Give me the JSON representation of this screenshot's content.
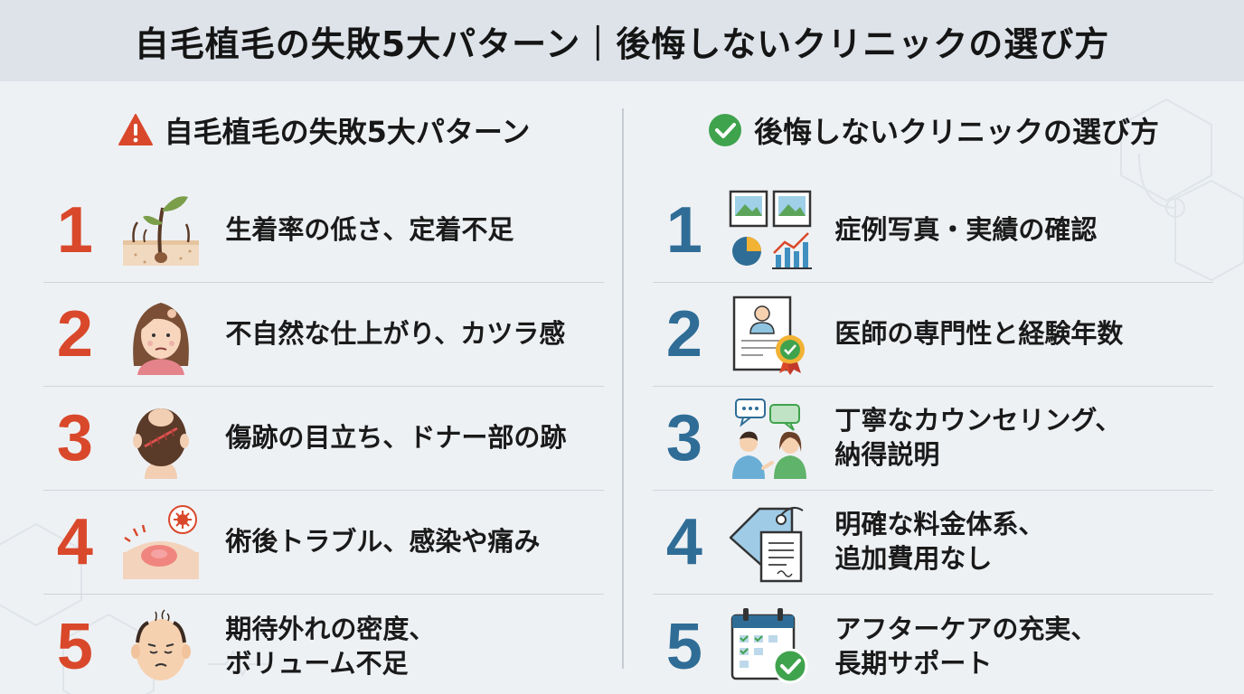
{
  "header": {
    "title": "自毛植毛の失敗5大パターン｜後悔しないクリニックの選び方"
  },
  "left": {
    "title": "自毛植毛の失敗5大パターン",
    "title_icon": "warning-icon",
    "accent": "#d9482b",
    "items": [
      {
        "num": "1",
        "text": "生着率の低さ、定着不足",
        "icon": "sprout-icon"
      },
      {
        "num": "2",
        "text": "不自然な仕上がり、カツラ感",
        "icon": "woman-face-icon"
      },
      {
        "num": "3",
        "text": "傷跡の目立ち、ドナー部の跡",
        "icon": "scar-head-icon"
      },
      {
        "num": "4",
        "text": "術後トラブル、感染や痛み",
        "icon": "infection-icon"
      },
      {
        "num": "5",
        "text": "期待外れの密度、\nボリューム不足",
        "icon": "thin-hair-man-icon"
      }
    ]
  },
  "right": {
    "title": "後悔しないクリニックの選び方",
    "title_icon": "check-circle-icon",
    "accent": "#2f6d96",
    "items": [
      {
        "num": "1",
        "text": "症例写真・実績の確認",
        "icon": "photos-chart-icon"
      },
      {
        "num": "2",
        "text": "医師の専門性と経験年数",
        "icon": "certificate-icon"
      },
      {
        "num": "3",
        "text": "丁寧なカウンセリング、\n納得説明",
        "icon": "counseling-icon"
      },
      {
        "num": "4",
        "text": "明確な料金体系、\n追加費用なし",
        "icon": "price-tag-icon"
      },
      {
        "num": "5",
        "text": "アフターケアの充実、\n長期サポート",
        "icon": "calendar-check-icon"
      }
    ]
  }
}
